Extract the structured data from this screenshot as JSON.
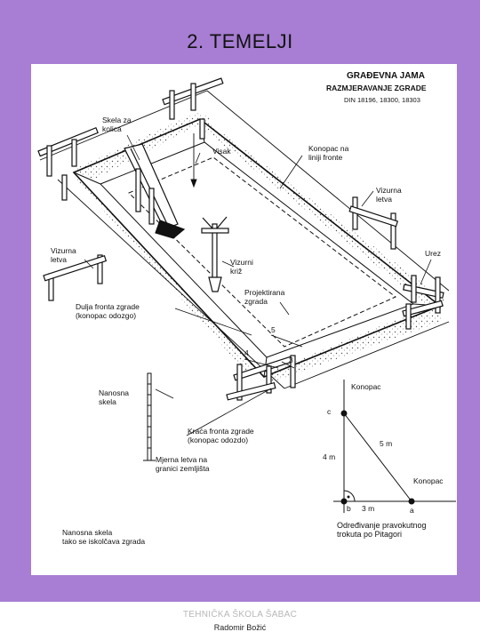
{
  "slide": {
    "title": "2. TEMELJI",
    "footer_school": "TEHNIČKA ŠKOLA ŠABAC",
    "footer_author": "Radomir Božić"
  },
  "diagram": {
    "heading": "GRAĐEVNA JAMA",
    "subheading": "RAZMJERAVANJE ZGRADE",
    "norm": "DIN 18196, 18300, 18303",
    "labels": {
      "skela_kolica": "Skela za\nkolica",
      "visak": "Visak",
      "konopac_fronte": "Konopac na\nliniji fronte",
      "vizurna_letva_right": "Vizurna\nletva",
      "vizurna_letva_left": "Vizurna\nletva",
      "urez": "Urez",
      "vizurni_kriz": "Vizurni\nkriž",
      "projektirana_zgrada": "Projektirana\nzgrada",
      "dulja_fronta": "Dulja fronta zgrade\n(konopac odozgo)",
      "nanosna_skela": "Nanosna\nskela",
      "kraca_fronta": "Kraća fronta zgrade\n(konopac odozdo)",
      "mjerna_letva": "Mjerna letva na\ngranici zemljišta",
      "nanosna_skela_kolcavanje": "Nanosna skela\ntako se iskolčava zgrada",
      "konopac_top": "Konopac",
      "konopac_right": "Konopac",
      "pitagora_caption": "Određivanje pravokutnog\ntrokuta po Pitagori"
    },
    "numbers": {
      "n3": "3",
      "n4": "4",
      "n5": "5"
    },
    "triangle": {
      "point_a": "a",
      "point_b": "b",
      "point_c": "c",
      "side_bc": "4 m",
      "side_ab": "3 m",
      "side_ac": "5 m"
    }
  }
}
